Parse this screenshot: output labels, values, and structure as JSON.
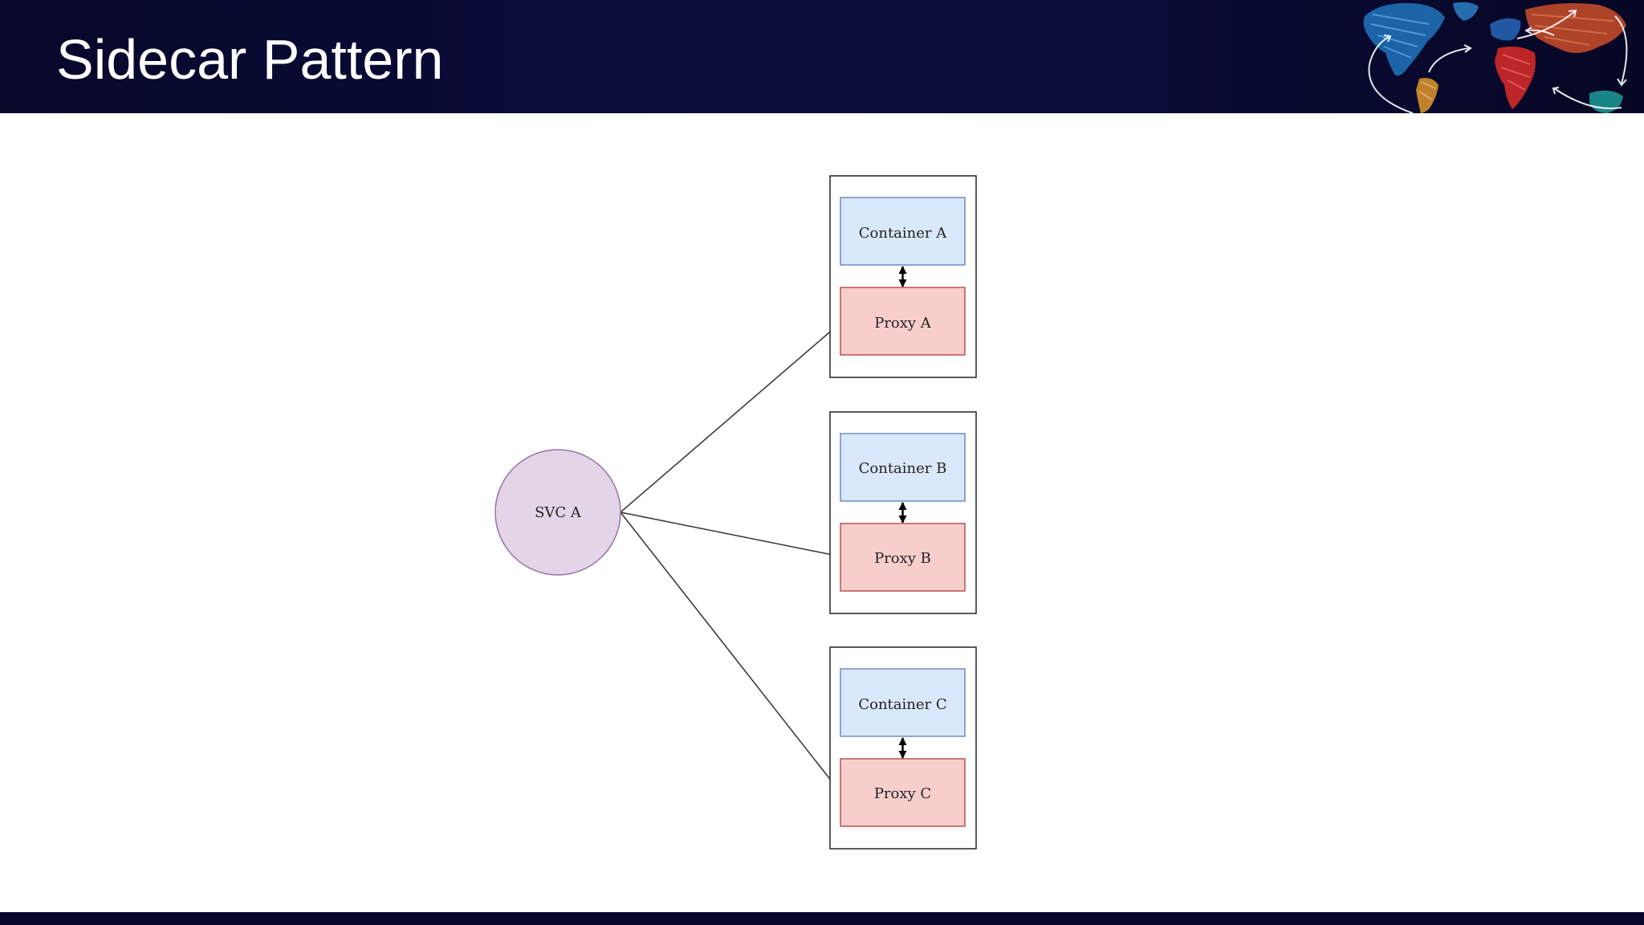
{
  "slide": {
    "title": "Sidecar Pattern"
  },
  "diagram": {
    "service": {
      "label": "SVC A"
    },
    "pods": [
      {
        "container": "Container A",
        "proxy": "Proxy A"
      },
      {
        "container": "Container B",
        "proxy": "Proxy B"
      },
      {
        "container": "Container C",
        "proxy": "Proxy C"
      }
    ]
  },
  "colors": {
    "header_bg": "#0b0c3c",
    "service_fill": "#e1d5e7",
    "service_stroke": "#9673a6",
    "container_fill": "#dae8fc",
    "container_stroke": "#6c8ebf",
    "proxy_fill": "#f8cecc",
    "proxy_stroke": "#b85450"
  }
}
